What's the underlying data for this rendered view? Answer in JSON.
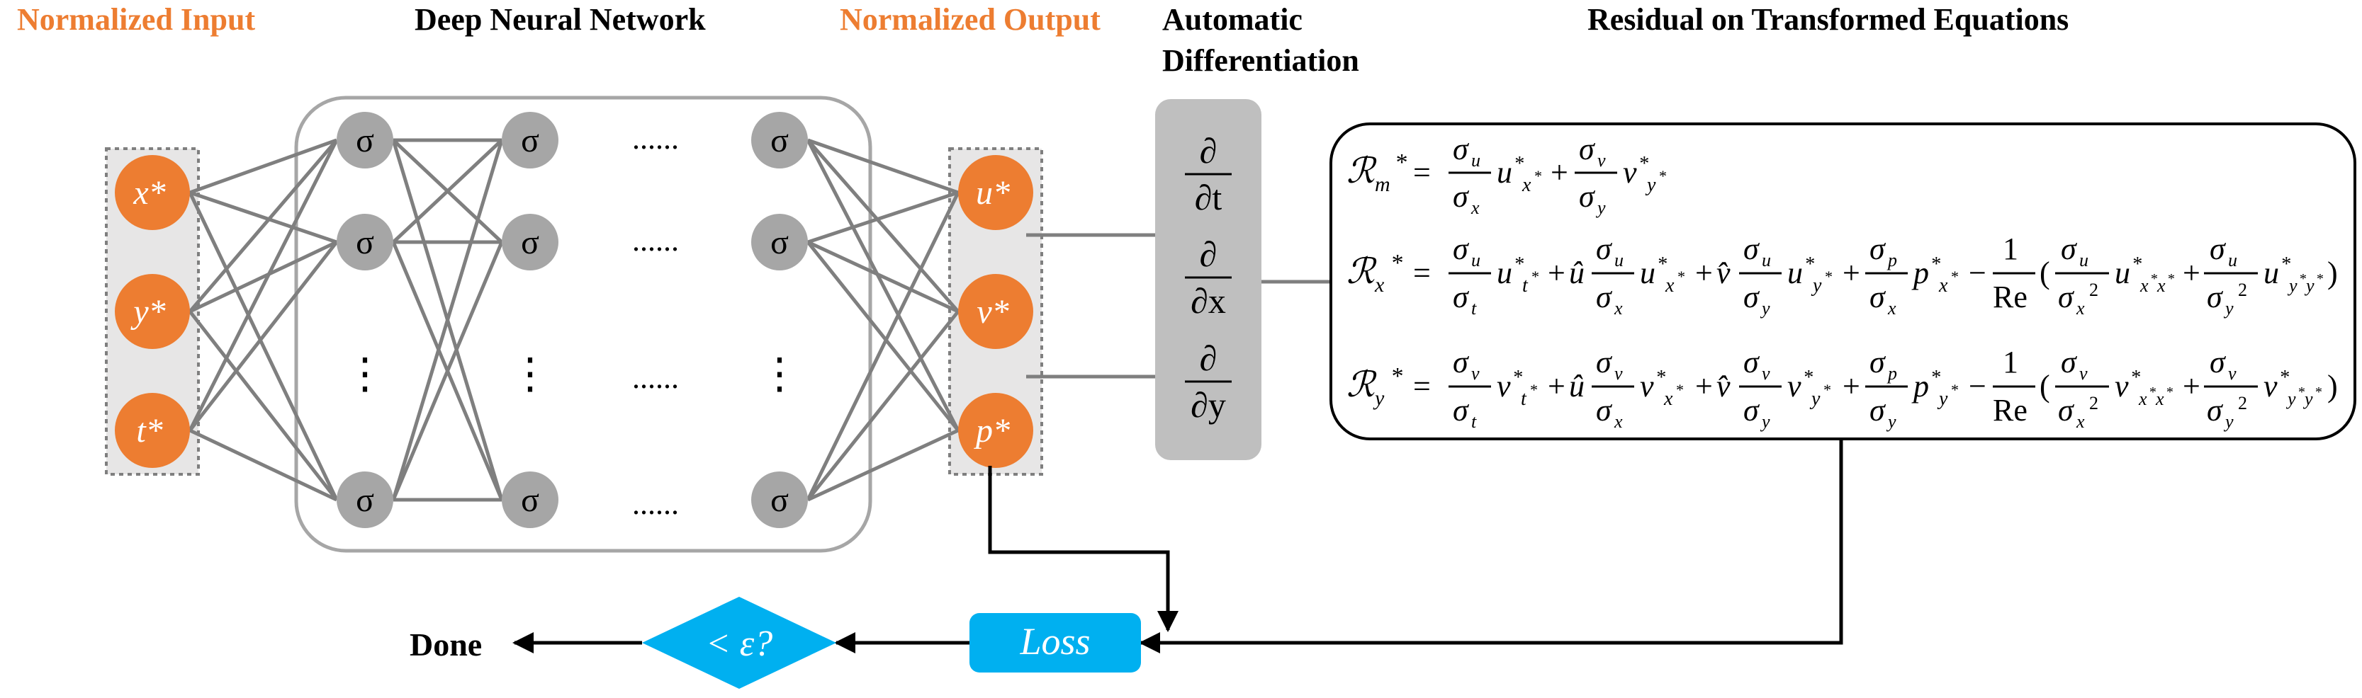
{
  "headers": {
    "normalized_input": "Normalized Input",
    "deep_neural_network": "Deep Neural Network",
    "normalized_output": "Normalized Output",
    "automatic_differentiation_line1": "Automatic",
    "automatic_differentiation_line2": "Differentiation",
    "residual": "Residual on Transformed Equations"
  },
  "inputs": [
    "x*",
    "y*",
    "t*"
  ],
  "outputs": [
    "u*",
    "v*",
    "p*"
  ],
  "activation_symbol": "σ",
  "ellipsis_h": "......",
  "ellipsis_v": "⋮",
  "derivatives": [
    {
      "num": "∂",
      "den": "∂t"
    },
    {
      "num": "∂",
      "den": "∂x"
    },
    {
      "num": "∂",
      "den": "∂y"
    }
  ],
  "equations": [
    "ℛm* = (σu/σx) u*x* + (σv/σy) v*y*",
    "ℛx* = (σu/σt) u*t* + û (σu/σx) u*x* + v̂ (σu/σy) u*y* + (σp/σx) p*x* − (1/Re)((σu/σx²) u*x*x* + (σu/σy²) u*y*y*)",
    "ℛy* = (σv/σt) v*t* + û (σv/σx) v*x* + v̂ (σv/σy) v*y* + (σp/σy) p*y* − (1/Re)((σv/σx²) v*x*x* + (σv/σy²) v*y*y*)"
  ],
  "loss_label": "Loss",
  "check_label": "< ε?",
  "done_label": "Done",
  "colors": {
    "orange": "#ed7d31",
    "node_gray": "#a6a6a6",
    "line_gray": "#7f7f7f",
    "cyan": "#00b0f0",
    "ad_box": "#bfbfbf"
  }
}
